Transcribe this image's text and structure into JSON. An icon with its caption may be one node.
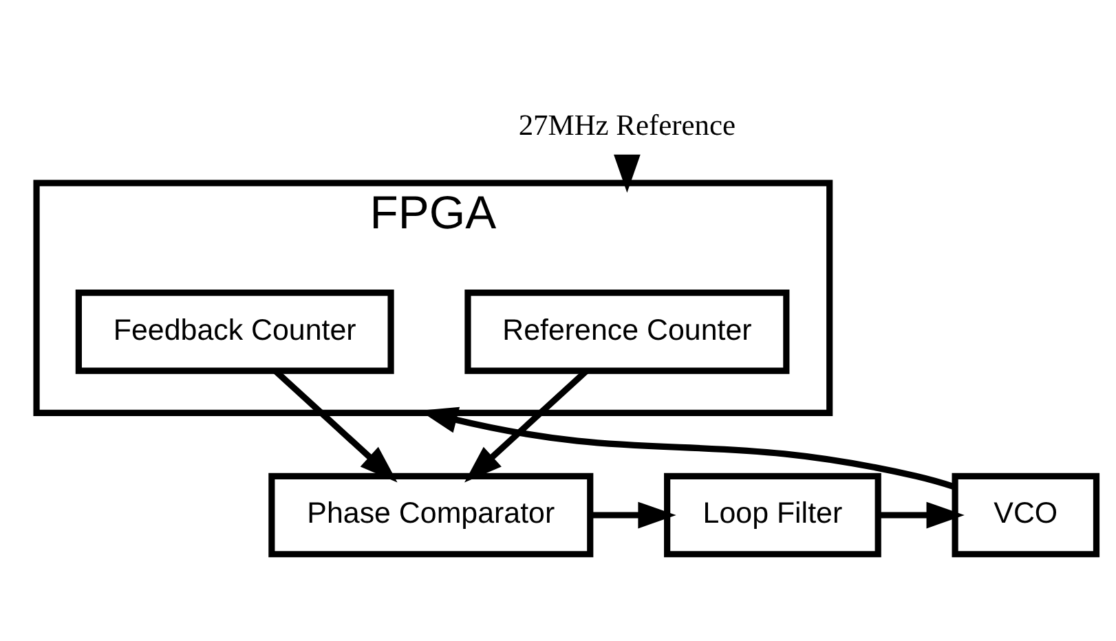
{
  "diagram": {
    "nodes": [
      {
        "text": [
          "FPGA"
        ]
      },
      {
        "text": [
          "Reference Counter"
        ],
        "in": 0
      },
      {
        "text": [
          "Feedback Counter"
        ],
        "in": 0
      },
      {
        "text": [
          "27MHz Reference"
        ]
      },
      {
        "text": [
          "Phase Comparator"
        ]
      },
      {
        "text": [
          "Loop Filter"
        ]
      },
      {
        "text": [
          "VCO"
        ]
      }
    ],
    "edges": [
      {
        "from": 3,
        "to": 0,
        "arrow": "to"
      },
      {
        "from": 6,
        "to": 0,
        "arrow": "to"
      },
      {
        "from": 1,
        "to": 4,
        "arrow": "to"
      },
      {
        "from": 2,
        "to": 4,
        "arrow": "to"
      },
      {
        "from": 4,
        "to": 5,
        "arrow": "to"
      },
      {
        "from": 5,
        "to": 6,
        "arrow": "to"
      }
    ]
  }
}
